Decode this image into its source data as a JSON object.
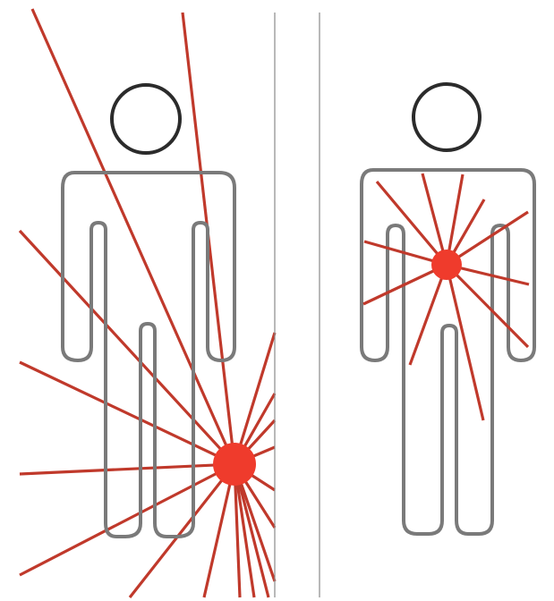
{
  "colors": {
    "ray": "#c0392b",
    "source": "#ef3b2c",
    "outline": "#7a7a7a",
    "head": "#2b2b2b",
    "divider": "#8a8a8a",
    "background": "#ffffff"
  },
  "panels": [
    {
      "name": "left-panel",
      "description_visible": "",
      "source": "external-point-source"
    },
    {
      "name": "right-panel",
      "description_visible": "",
      "source": "internal-point-source"
    }
  ]
}
